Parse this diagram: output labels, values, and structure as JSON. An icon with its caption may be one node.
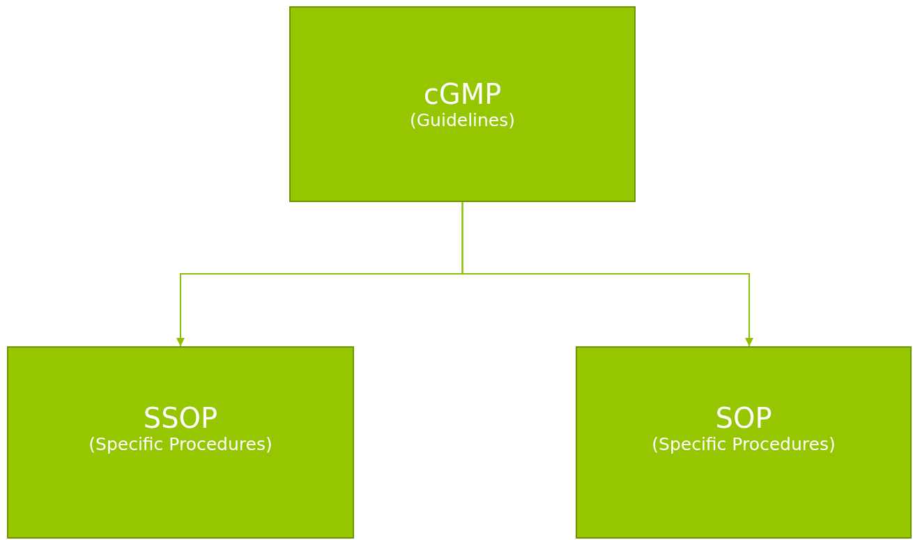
{
  "diagram": {
    "nodes": [
      {
        "text": [
          "cGMP",
          "(Guidelines)"
        ]
      },
      {
        "text": [
          "SSOP",
          "(Specific Procedures)"
        ]
      },
      {
        "text": [
          "SOP",
          "(Specific Procedures)"
        ]
      }
    ],
    "edges": [
      {
        "from": 0,
        "to": 1,
        "arrow": "to"
      },
      {
        "from": 0,
        "to": 2,
        "arrow": "to"
      }
    ]
  }
}
